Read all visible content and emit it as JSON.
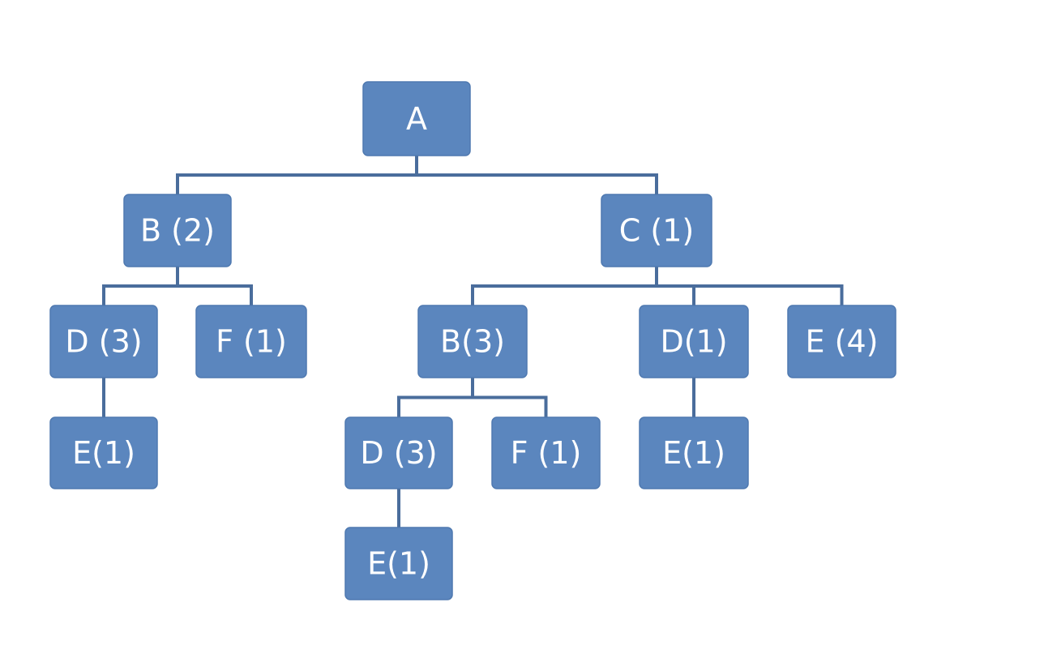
{
  "tree": {
    "nodes": [
      {
        "id": "a",
        "label": "A"
      },
      {
        "id": "b",
        "label": "B (2)"
      },
      {
        "id": "c",
        "label": "C (1)"
      },
      {
        "id": "d-b",
        "label": "D (3)"
      },
      {
        "id": "f-b",
        "label": "F (1)"
      },
      {
        "id": "b-c",
        "label": "B(3)"
      },
      {
        "id": "d-c",
        "label": "D(1)"
      },
      {
        "id": "e-c",
        "label": "E (4)"
      },
      {
        "id": "e-db",
        "label": "E(1)"
      },
      {
        "id": "d-bc",
        "label": "D (3)"
      },
      {
        "id": "f-bc",
        "label": "F (1)"
      },
      {
        "id": "e-dc",
        "label": "E(1)"
      },
      {
        "id": "e-dbc",
        "label": "E(1)"
      }
    ],
    "edges": [
      [
        "a",
        "b"
      ],
      [
        "a",
        "c"
      ],
      [
        "b",
        "d-b"
      ],
      [
        "b",
        "f-b"
      ],
      [
        "c",
        "b-c"
      ],
      [
        "c",
        "d-c"
      ],
      [
        "c",
        "e-c"
      ],
      [
        "d-b",
        "e-db"
      ],
      [
        "b-c",
        "d-bc"
      ],
      [
        "b-c",
        "f-bc"
      ],
      [
        "d-c",
        "e-dc"
      ],
      [
        "d-bc",
        "e-dbc"
      ]
    ]
  }
}
